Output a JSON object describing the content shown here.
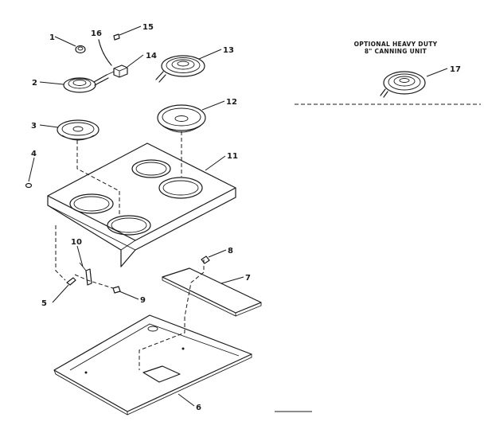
{
  "optional_unit": {
    "caption_line1": "OPTIONAL HEAVY DUTY",
    "caption_line2": "8\" CANNING UNIT"
  },
  "callouts": {
    "c1": "1",
    "c2": "2",
    "c3": "3",
    "c4": "4",
    "c5": "5",
    "c6": "6",
    "c7": "7",
    "c8": "8",
    "c9": "9",
    "c10": "10",
    "c11": "11",
    "c12": "12",
    "c13": "13",
    "c14": "14",
    "c15": "15",
    "c16": "16",
    "c17": "17"
  }
}
